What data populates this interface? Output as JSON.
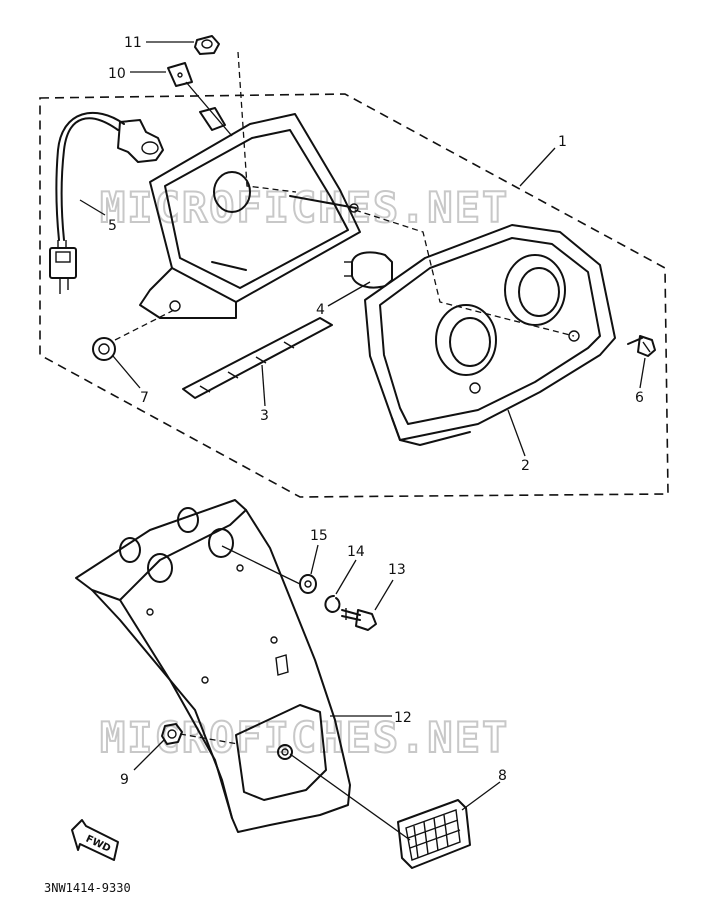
{
  "watermark": "MICROFICHES.NET",
  "diagram_code": "3NW1414-9330",
  "fwd_label": "FWD",
  "callouts": [
    "1",
    "2",
    "3",
    "4",
    "5",
    "6",
    "7",
    "8",
    "9",
    "10",
    "11",
    "12",
    "13",
    "14",
    "15"
  ]
}
